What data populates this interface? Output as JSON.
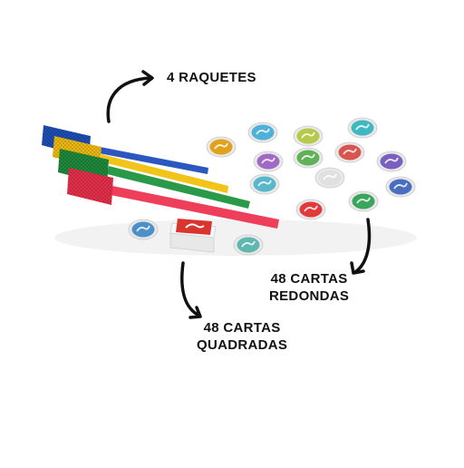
{
  "labels": {
    "rackets": "4 RAQUETES",
    "round_cards_line1": "48 CARTAS",
    "round_cards_line2": "REDONDAS",
    "square_cards_line1": "48 CARTAS",
    "square_cards_line2": "QUADRADAS"
  },
  "rackets": [
    {
      "name": "blue-racket",
      "color": "#1e4fb5"
    },
    {
      "name": "yellow-racket",
      "color": "#f2c318"
    },
    {
      "name": "green-racket",
      "color": "#1f8a3c"
    },
    {
      "name": "red-racket",
      "color": "#e8304c"
    }
  ],
  "round_cards": [
    {
      "icon": "dinosaur-icon",
      "color": "#e0a21c"
    },
    {
      "icon": "dinosaur-icon",
      "color": "#4fb0d8"
    },
    {
      "icon": "dinosaur-icon",
      "color": "#b7c94a"
    },
    {
      "icon": "dinosaur-icon",
      "color": "#3fb8c2"
    },
    {
      "icon": "dinosaur-icon",
      "color": "#a069c4"
    },
    {
      "icon": "dinosaur-icon",
      "color": "#5fb25a"
    },
    {
      "icon": "dinosaur-icon",
      "color": "#d9534f"
    },
    {
      "icon": "dinosaur-icon",
      "color": "#7a5fc0"
    },
    {
      "icon": "egg-icon",
      "color": "#58b7c9"
    },
    {
      "icon": "volcano-icon",
      "color": "#e0e0e0"
    },
    {
      "icon": "dinosaur-icon",
      "color": "#4a6fc0"
    },
    {
      "icon": "dinosaur-icon",
      "color": "#e03a3a"
    },
    {
      "icon": "dinosaur-icon",
      "color": "#3aa55c"
    },
    {
      "icon": "dinosaur-icon",
      "color": "#4d8fc9"
    },
    {
      "icon": "dinosaur-icon",
      "color": "#5fb7b0"
    }
  ]
}
